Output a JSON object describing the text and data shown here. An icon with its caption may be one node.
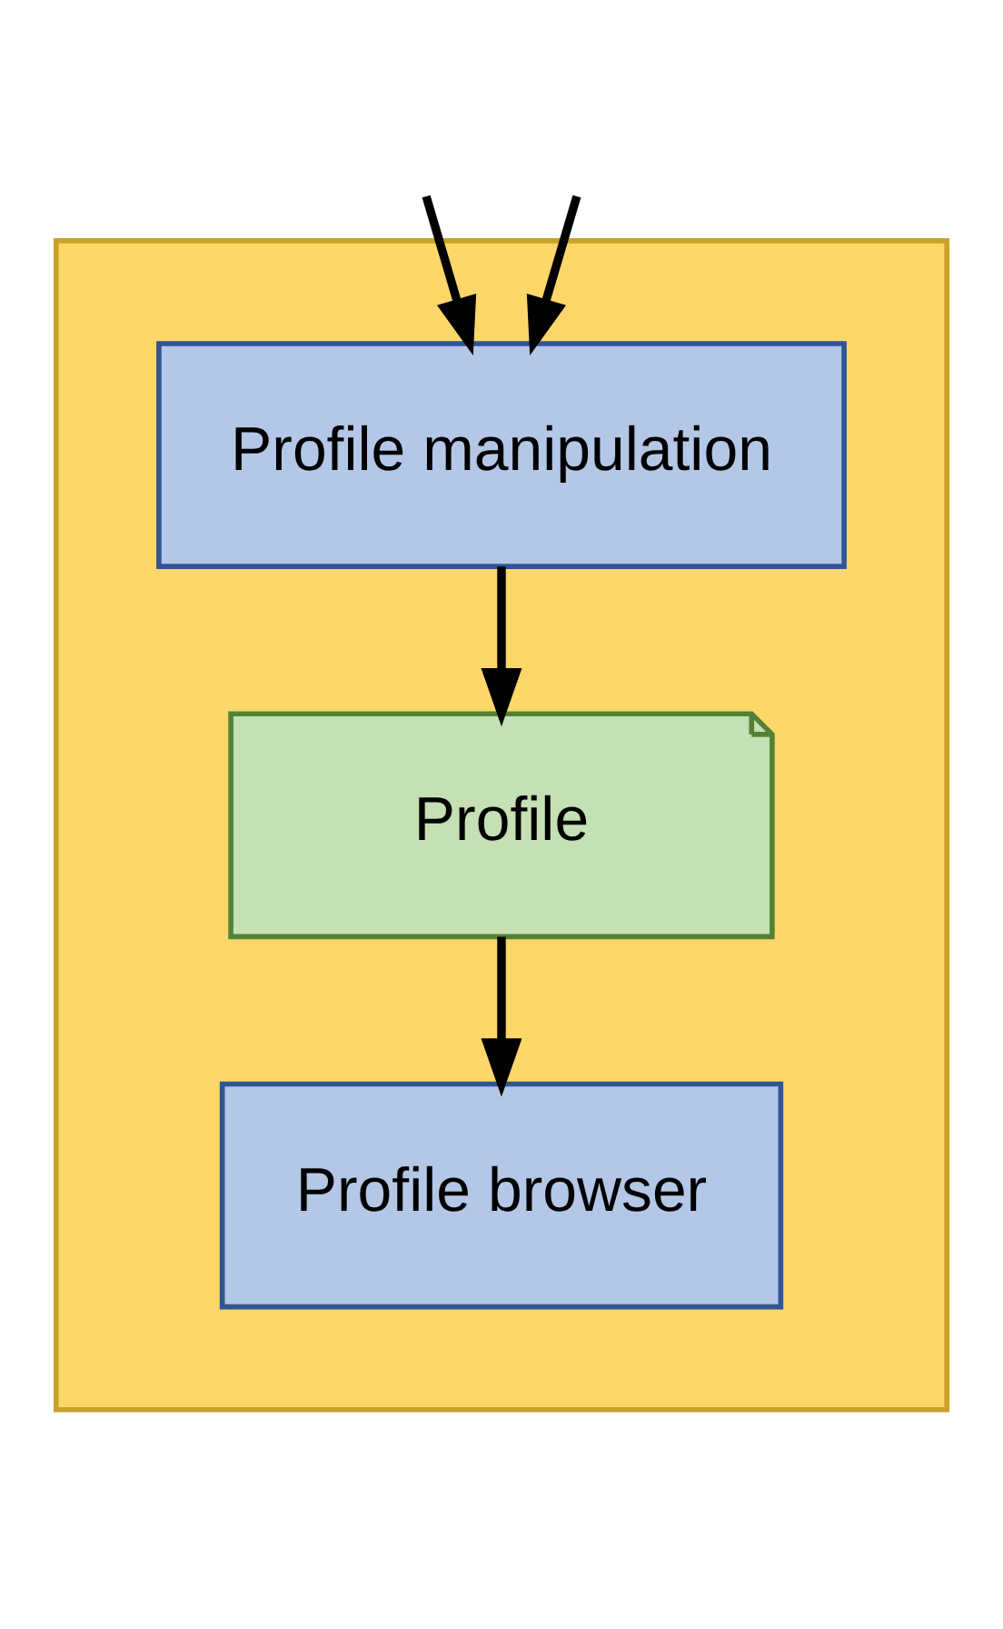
{
  "diagram": {
    "nodes": [
      {
        "text": [],
        "shape": "box"
      },
      {
        "text": [
          "Profile manipulation"
        ],
        "in": 0
      },
      {
        "text": [
          "Profile"
        ],
        "in": 0
      },
      {
        "text": [
          "Profile browser"
        ],
        "in": 0
      }
    ],
    "edges": [
      {
        "from": null,
        "to": 1,
        "arrow": "to"
      },
      {
        "from": null,
        "to": 1,
        "arrow": "to"
      },
      {
        "from": 1,
        "to": 2,
        "arrow": "to"
      },
      {
        "from": 2,
        "to": 3,
        "arrow": "to"
      }
    ]
  }
}
